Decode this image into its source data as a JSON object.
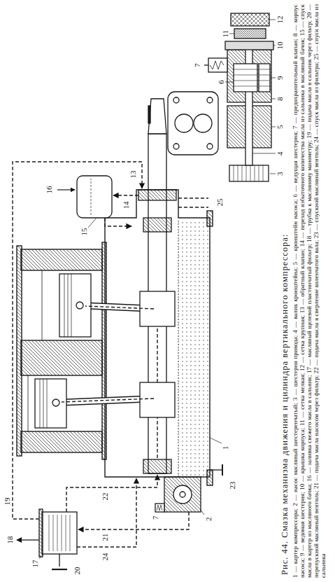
{
  "diagram": {
    "caption": "Рис. 44. Смазка механизма движения и цилиндра вертикального компрессора:",
    "labels": [
      "18",
      "19",
      "17",
      "20",
      "24",
      "21",
      "22",
      "7",
      "2",
      "23",
      "1",
      "16",
      "15",
      "14",
      "13",
      "25",
      "7",
      "6",
      "11",
      "3",
      "4",
      "5",
      "8",
      "9",
      "10",
      "12",
      "1 — картер компрессора; 2 — насос масляный шестеренчатый; 3 — шестерня привода; 4 — валик кронштейна; 5 — кронштейн насоса; 6 — ведущая шестерня; 7 — предохранительный клапан; 8 — корпус насоса; 9 — ведомая шестерня; 10 — крышка корпуса; 11 — сетка мелкая; 12 — сетка крупная; 13 — обратный клапан; 14 — переход избыточного количества масла из сальника в масляный бачок; 15 — спуск масла в картер из масляного бачка; 16 — заливка свежего масла в сальник; 17 — масляный щелевой пластинчатый фильтр; 18 — трубка к масляному манометру; 19 — подача масла в сальник через фильтр; 20 — перепускной масляный вентиль; 21 — подача масла насосом через фильтр; 22 — подача масла в сверление коленчатого вала; 23 — спускной масляный вентиль; 24 — спуск масла из фильтра; 25 — спуск масла из сальника"
    ]
  }
}
